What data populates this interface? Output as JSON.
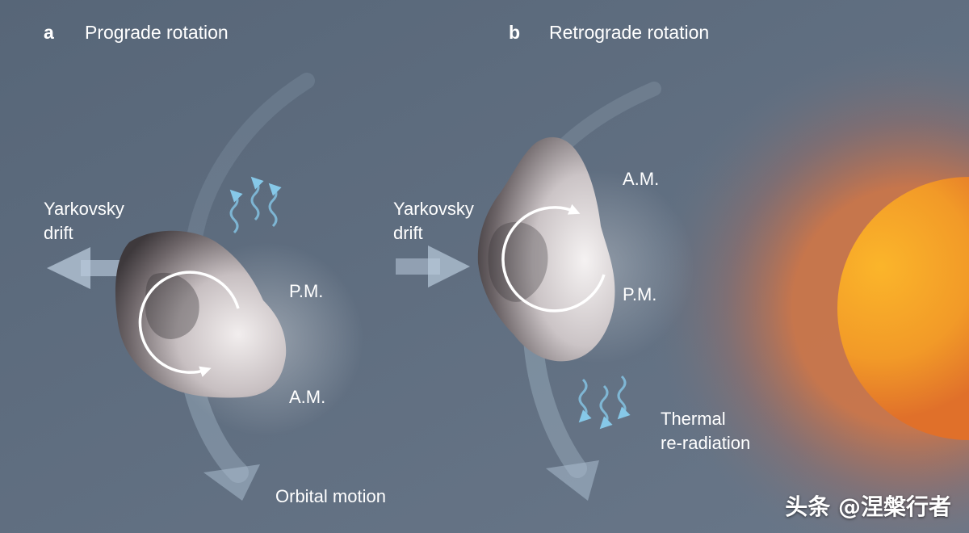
{
  "panel_a": {
    "letter": "a",
    "title": "Prograde rotation",
    "drift_label": "Yarkovsky\ndrift",
    "pm_label": "P.M.",
    "am_label": "A.M.",
    "orbital_label": "Orbital motion"
  },
  "panel_b": {
    "letter": "b",
    "title": "Retrograde rotation",
    "drift_label": "Yarkovsky\ndrift",
    "am_label": "A.M.",
    "pm_label": "P.M.",
    "thermal_label": "Thermal\nre-radiation"
  },
  "watermark": "头条 @涅槃行者",
  "colors": {
    "background": "#5f6f80",
    "sun_core": "#f7a826",
    "sun_edge": "#e0702a",
    "arrow": "#b9cadb",
    "thermal_wave": "#7fc3e4",
    "asteroid": "#c9c0c2"
  },
  "icons": {
    "sun": "sun-disc",
    "asteroid": "rocky-asteroid",
    "rotation": "circular-arrow",
    "thermal": "wavy-arrows"
  }
}
